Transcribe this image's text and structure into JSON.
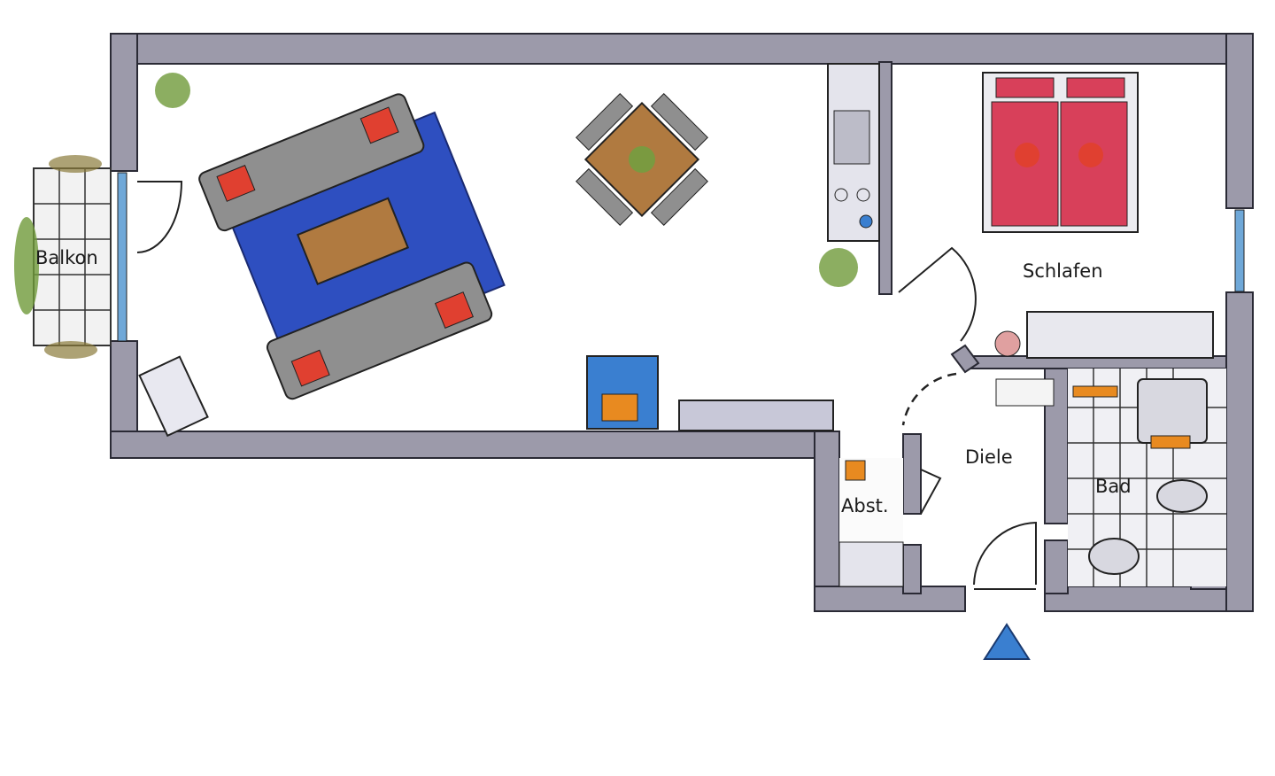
{
  "floor_plan": {
    "rooms": {
      "balcony": "Balkon",
      "bedroom": "Schlafen",
      "hallway": "Diele",
      "storage": "Abst.",
      "bathroom": "Bad"
    },
    "entrance_marker": "entrance-triangle-icon"
  },
  "colors": {
    "wall": "#9c9aaa",
    "rug": "#2e4fc0",
    "bedding": "#d8405a",
    "wood": "#b07a40",
    "entrance": "#3a7fd0"
  }
}
